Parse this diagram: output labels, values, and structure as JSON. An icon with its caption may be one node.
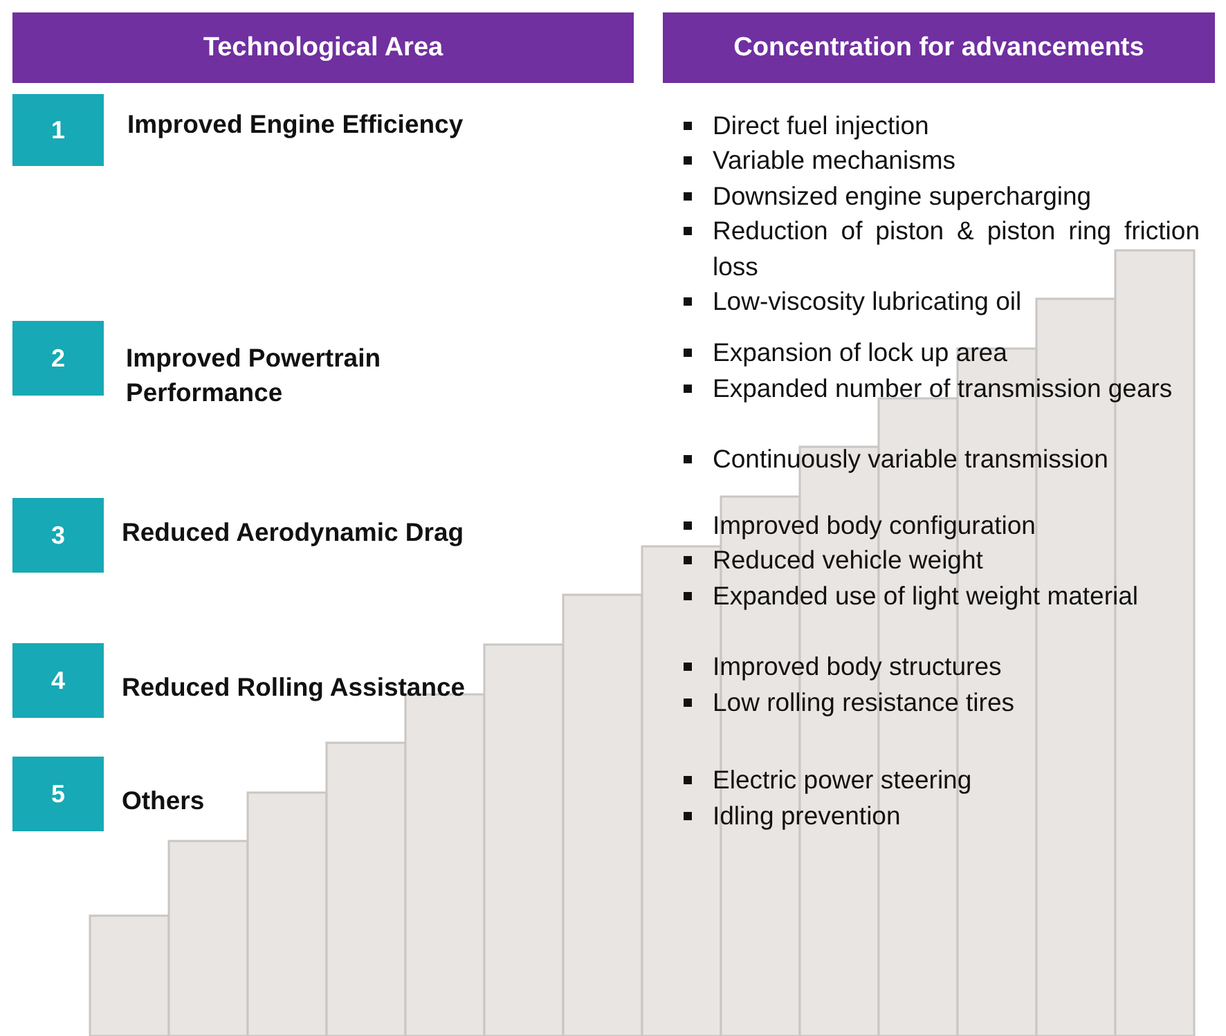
{
  "diagram": {
    "nodes": [
      {
        "text": [
          "Technological Area"
        ]
      },
      {
        "text": [
          "Concentration for advancements"
        ]
      },
      {
        "text": [
          "1"
        ],
        "beside": [
          "Improved Engine Efficiency"
        ]
      },
      {
        "text": [
          "2"
        ],
        "beside": [
          "Improved Powertrain Performance"
        ]
      },
      {
        "text": [
          "3"
        ],
        "beside": [
          "Reduced Aerodynamic Drag"
        ]
      },
      {
        "text": [
          "4"
        ],
        "beside": [
          "Reduced Rolling Assistance"
        ]
      },
      {
        "text": [
          "5"
        ],
        "beside": [
          "Others"
        ]
      }
    ],
    "labels": [
      "Direct fuel injection",
      "Variable mechanisms",
      "Downsized engine supercharging",
      "Reduction of piston & piston ring friction loss",
      "Low-viscosity lubricating oil",
      "Expansion of lock up area",
      "Expanded number of transmission gears",
      "Continuously variable transmission",
      "Improved body configuration",
      "Reduced vehicle weight",
      "Expanded use of light weight material",
      "Improved body structures",
      "Low rolling resistance tires",
      "Electric power steering",
      "Idling prevention"
    ]
  }
}
